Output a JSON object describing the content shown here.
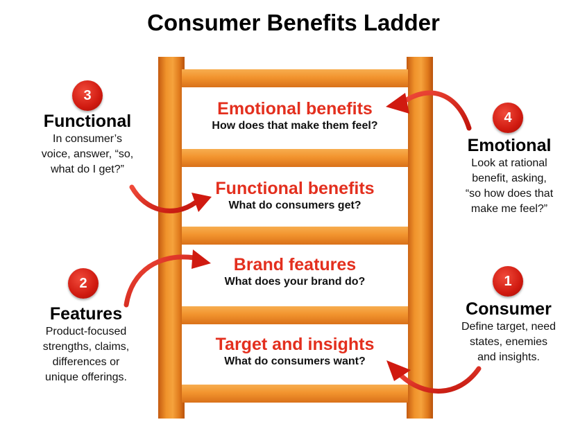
{
  "title": "Consumer Benefits Ladder",
  "ladder": [
    {
      "heading": "Emotional benefits",
      "question": "How does that make them feel?"
    },
    {
      "heading": "Functional benefits",
      "question": "What do consumers get?"
    },
    {
      "heading": "Brand features",
      "question": "What does your brand do?"
    },
    {
      "heading": "Target and insights",
      "question": "What do consumers want?"
    }
  ],
  "steps": {
    "functional": {
      "number": "3",
      "label": "Functional",
      "desc": [
        "In consumer’s",
        "voice, answer, “so,",
        "what do I get?”"
      ]
    },
    "features": {
      "number": "2",
      "label": "Features",
      "desc": [
        "Product-focused",
        "strengths, claims,",
        "differences or",
        "unique offerings."
      ]
    },
    "emotional": {
      "number": "4",
      "label": "Emotional",
      "desc": [
        "Look at rational",
        "benefit, asking,",
        "“so how does that",
        "make me feel?”"
      ]
    },
    "consumer": {
      "number": "1",
      "label": "Consumer",
      "desc": [
        "Define target, need",
        "states, enemies",
        "and insights."
      ]
    }
  },
  "colors": {
    "accent_red": "#e32f1e",
    "ladder_orange": "#f2942e",
    "badge_red": "#d01a10"
  }
}
